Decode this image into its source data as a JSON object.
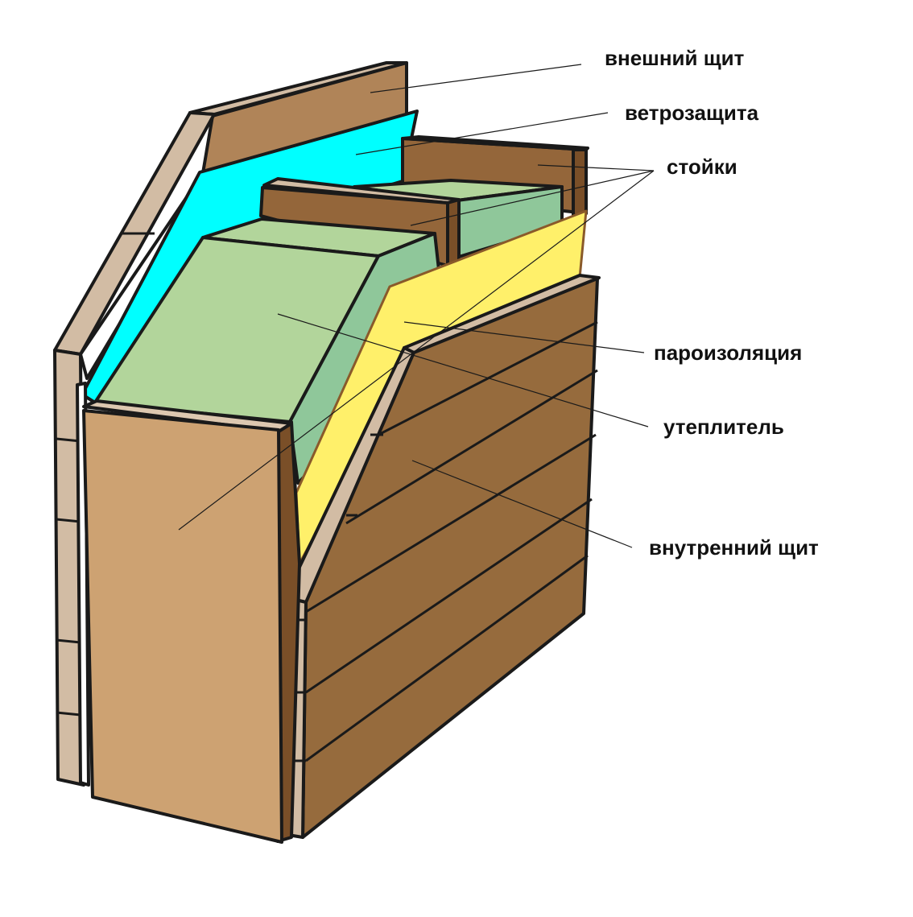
{
  "diagram": {
    "labels": {
      "outer_panel": "внешний щит",
      "wind_barrier": "ветрозащита",
      "studs": "стойки",
      "vapor_barrier": "пароизоляция",
      "insulation": "утеплитель",
      "inner_panel": "внутренний щит"
    },
    "colors": {
      "outer_panel": "#b08458",
      "outer_panel_edge": "#d2bca4",
      "wind_barrier": "#00ffff",
      "stud": "#94663a",
      "insulation_top": "#b2d59b",
      "insulation_side": "#8fc79a",
      "vapor_barrier": "#fff06a",
      "inner_boards": "#966b3d",
      "end_board": "#cda272",
      "outline": "#1a1a1a"
    }
  }
}
